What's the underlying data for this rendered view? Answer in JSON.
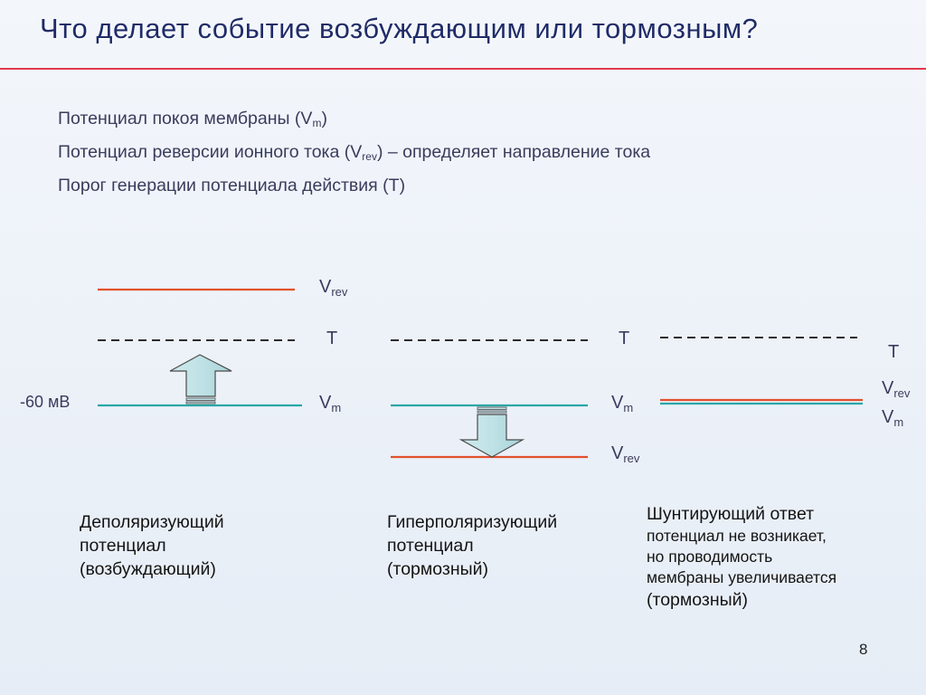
{
  "slide": {
    "title": "Что делает событие возбуждающим или тормозным?",
    "page_number": "8"
  },
  "definitions": [
    {
      "text": "Потенциал покоя мембраны (V",
      "sub": "m",
      "tail": ")"
    },
    {
      "text": "Потенциал реверсии ионного тока (V",
      "sub": "rev",
      "tail": ") – определяет направление тока"
    },
    {
      "text": "Порог генерации потенциала действия (T)",
      "sub": "",
      "tail": ""
    }
  ],
  "diagram": {
    "resting_value_label": "-60 мВ",
    "colors": {
      "vrev": "#e2502c",
      "threshold": "#111111",
      "vm": "#2aa6a6",
      "arrow": "#bfe2e6"
    },
    "panels": [
      {
        "vrev_label": {
          "main": "V",
          "sub": "rev"
        },
        "t_label": "T",
        "vm_label": {
          "main": "V",
          "sub": "m"
        },
        "caption": [
          "Деполяризующий",
          "потенциал",
          "(возбуждающий)"
        ]
      },
      {
        "t_label": "T",
        "vm_label": {
          "main": "V",
          "sub": "m"
        },
        "vrev_label": {
          "main": "V",
          "sub": "rev"
        },
        "caption": [
          "Гиперполяризующий",
          "потенциал",
          "(тормозный)"
        ]
      },
      {
        "t_label": "T",
        "vrev_label": {
          "main": "V",
          "sub": "rev"
        },
        "vm_label": {
          "main": "V",
          "sub": "m"
        },
        "caption_title": "Шунтирующий ответ",
        "caption_small": [
          "потенциал не возникает,",
          "но проводимость",
          "мембраны увеличивается"
        ],
        "caption_tail": "(тормозный)"
      }
    ]
  }
}
